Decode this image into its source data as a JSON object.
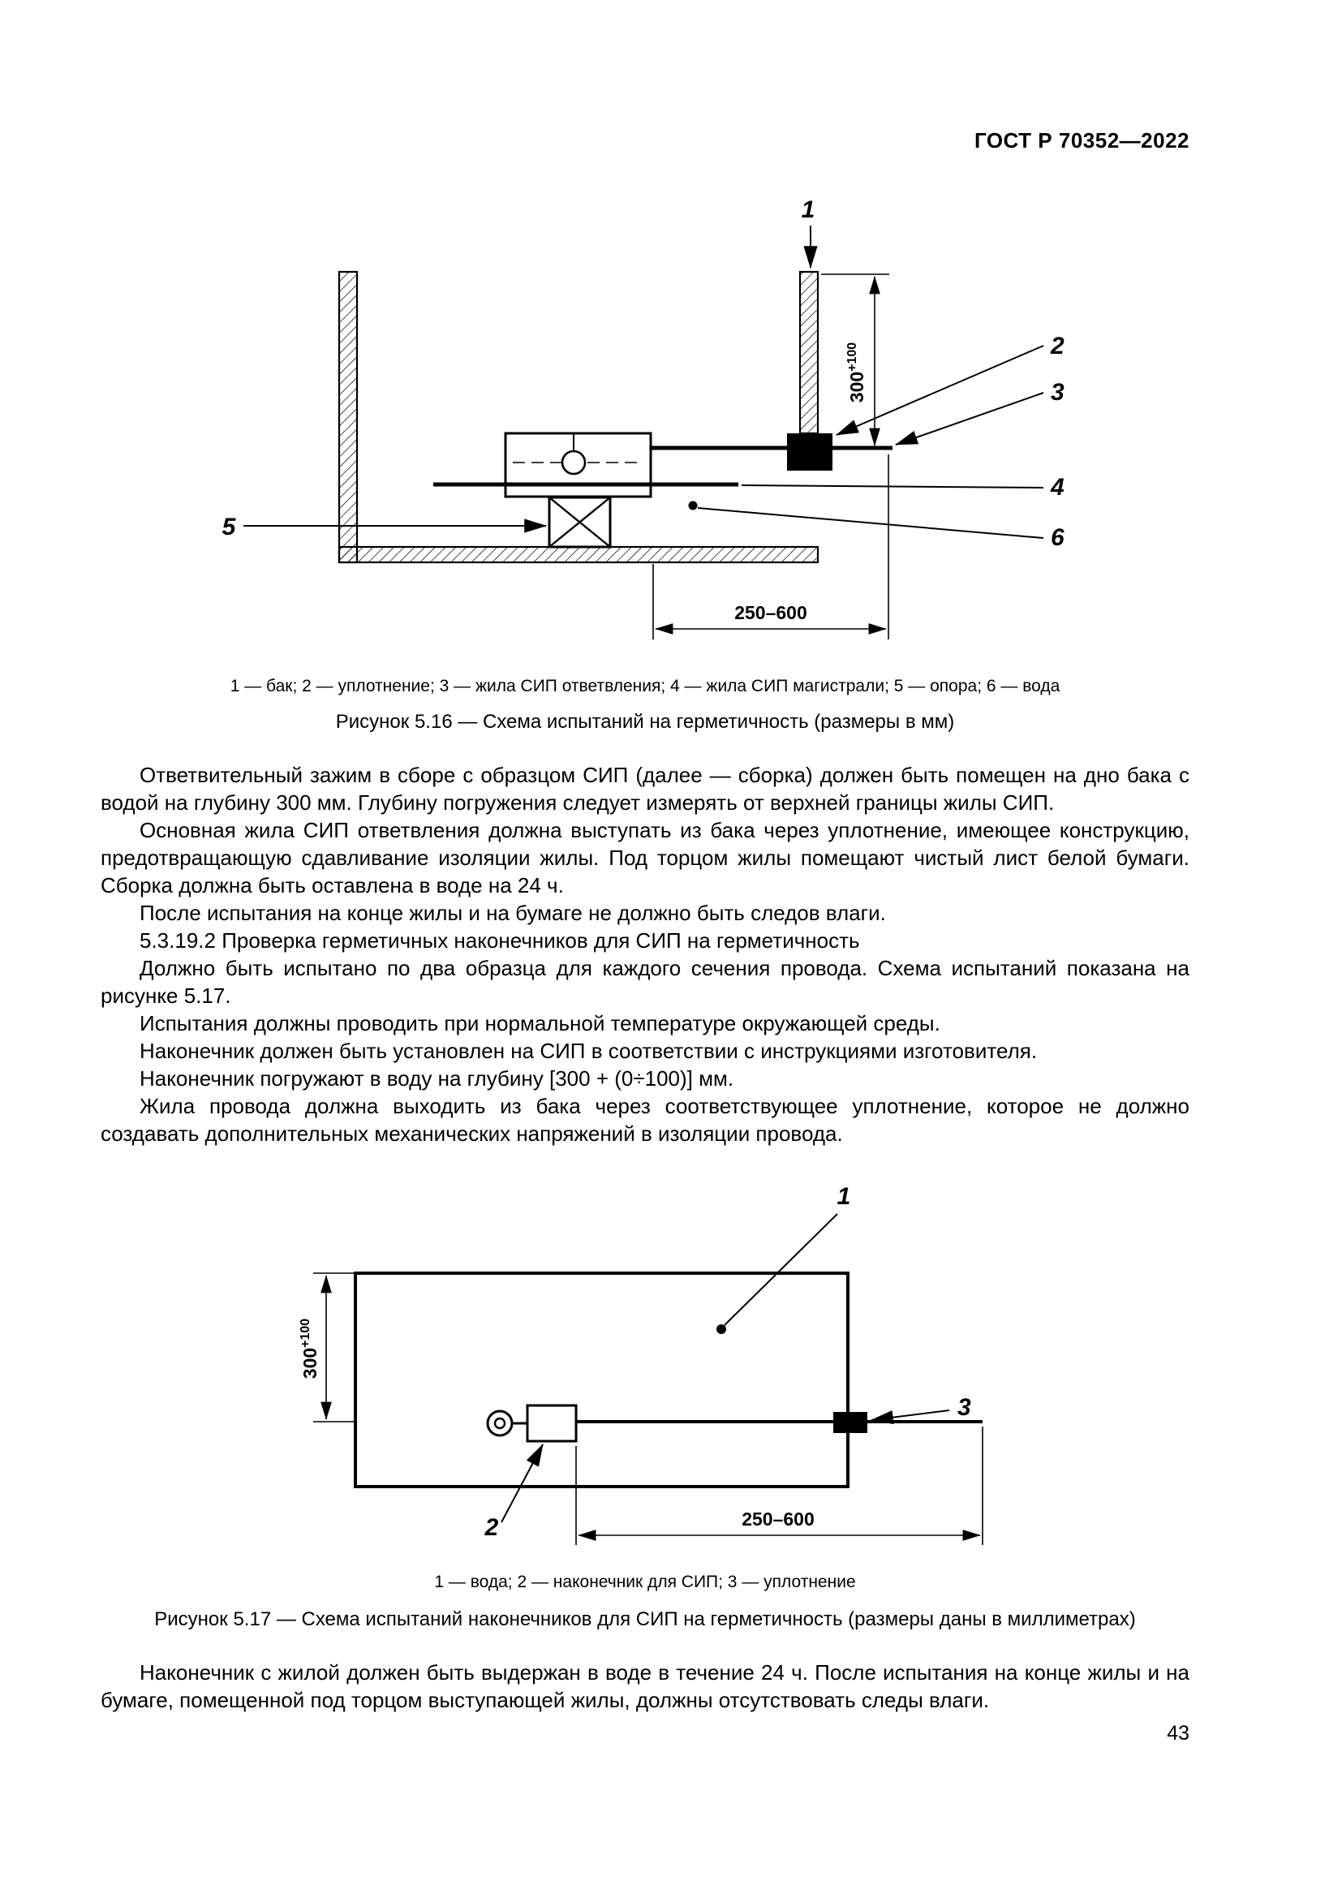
{
  "header": {
    "document_code": "ГОСТ Р 70352—2022"
  },
  "figure_5_16": {
    "callouts": {
      "c1": "1",
      "c2": "2",
      "c3": "3",
      "c4": "4",
      "c5": "5",
      "c6": "6"
    },
    "depth_dim": {
      "value": "300",
      "tolerance": "+100"
    },
    "length_dim": "250–600",
    "legend": "1 — бак; 2 — уплотнение; 3 — жила СИП ответвления; 4 — жила СИП магистрали; 5 — опора; 6 — вода",
    "title": "Рисунок 5.16 — Схема испытаний на герметичность (размеры в мм)"
  },
  "body": {
    "paragraphs": [
      "Ответвительный зажим в сборе с образцом СИП (далее — сборка) должен быть помещен на дно бака с водой на глубину 300 мм. Глубину погружения следует измерять от верхней границы жилы СИП.",
      "Основная жила СИП ответвления должна выступать из бака через уплотнение, имеющее конструкцию, предотвращающую сдавливание изоляции жилы. Под торцом жилы помещают чистый лист белой бумаги. Сборка должна быть оставлена в воде на 24 ч.",
      "После испытания на конце жилы и на бумаге не должно быть следов влаги.",
      "5.3.19.2 Проверка герметичных наконечников для СИП на герметичность",
      "Должно быть испытано по два образца для каждого сечения провода. Схема испытаний показана на рисунке 5.17.",
      "Испытания должны проводить при нормальной температуре окружающей среды.",
      "Наконечник должен быть установлен на СИП в соответствии с инструкциями изготовителя.",
      "Наконечник погружают в воду на глубину [300 + (0÷100)] мм.",
      "Жила провода должна выходить из бака через соответствующее уплотнение, которое не должно создавать дополнительных механических напряжений в изоляции провода."
    ]
  },
  "figure_5_17": {
    "callouts": {
      "c1": "1",
      "c2": "2",
      "c3": "3"
    },
    "depth_dim": {
      "value": "300",
      "tolerance": "+100"
    },
    "length_dim": "250–600",
    "legend": "1 — вода; 2 — наконечник для СИП; 3 — уплотнение",
    "title": "Рисунок 5.17 — Схема испытаний наконечников для СИП на герметичность (размеры даны в миллиметрах)"
  },
  "closing_paragraph": "Наконечник с жилой должен быть выдержан в воде в течение 24 ч. После испытания на конце жилы и на бумаге, помещенной под торцом выступающей жилы, должны отсутствовать следы влаги.",
  "page_number": "43"
}
